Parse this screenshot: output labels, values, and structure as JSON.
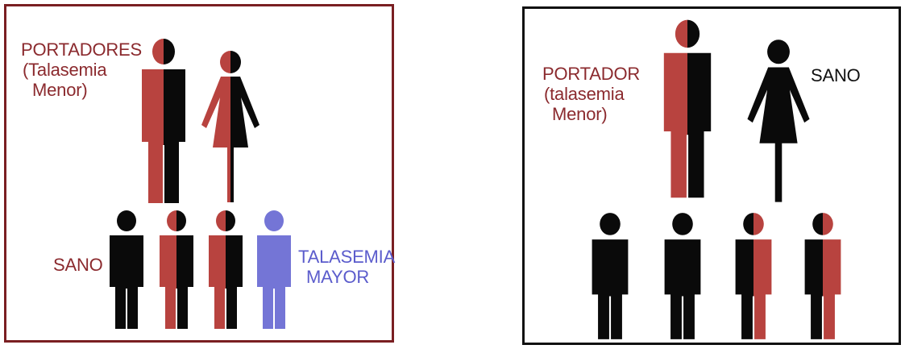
{
  "colors": {
    "carrier": "#b8433f",
    "healthy": "#0a0a0a",
    "major": "#7475d6",
    "left_frame": "#7a1f22",
    "right_frame": "#111111",
    "label_red": "#8b2a2e",
    "label_blue": "#5b5ccc"
  },
  "left_panel": {
    "carriers_label": [
      "PORTADORES",
      "(Talasemia",
      "Menor)"
    ],
    "sano_label": "SANO",
    "major_label": [
      "TALASEMIA",
      "MAYOR"
    ],
    "parents": [
      {
        "role": "father",
        "type": "half",
        "icon": "man-figure-icon"
      },
      {
        "role": "mother",
        "type": "half",
        "icon": "woman-figure-icon"
      }
    ],
    "children": [
      {
        "type": "healthy",
        "icon": "child-figure-icon"
      },
      {
        "type": "carrier",
        "icon": "child-figure-icon"
      },
      {
        "type": "carrier",
        "icon": "child-figure-icon"
      },
      {
        "type": "major",
        "icon": "child-figure-icon"
      }
    ]
  },
  "right_panel": {
    "carrier_label": [
      "PORTADOR",
      "(talasemia",
      "Menor)"
    ],
    "sano_label": "SANO",
    "parents": [
      {
        "role": "father",
        "type": "half",
        "icon": "man-figure-icon"
      },
      {
        "role": "mother",
        "type": "healthy",
        "icon": "woman-figure-icon"
      }
    ],
    "children": [
      {
        "type": "healthy",
        "icon": "child-figure-icon"
      },
      {
        "type": "healthy",
        "icon": "child-figure-icon"
      },
      {
        "type": "carrier",
        "icon": "child-figure-icon"
      },
      {
        "type": "carrier",
        "icon": "child-figure-icon"
      }
    ]
  }
}
